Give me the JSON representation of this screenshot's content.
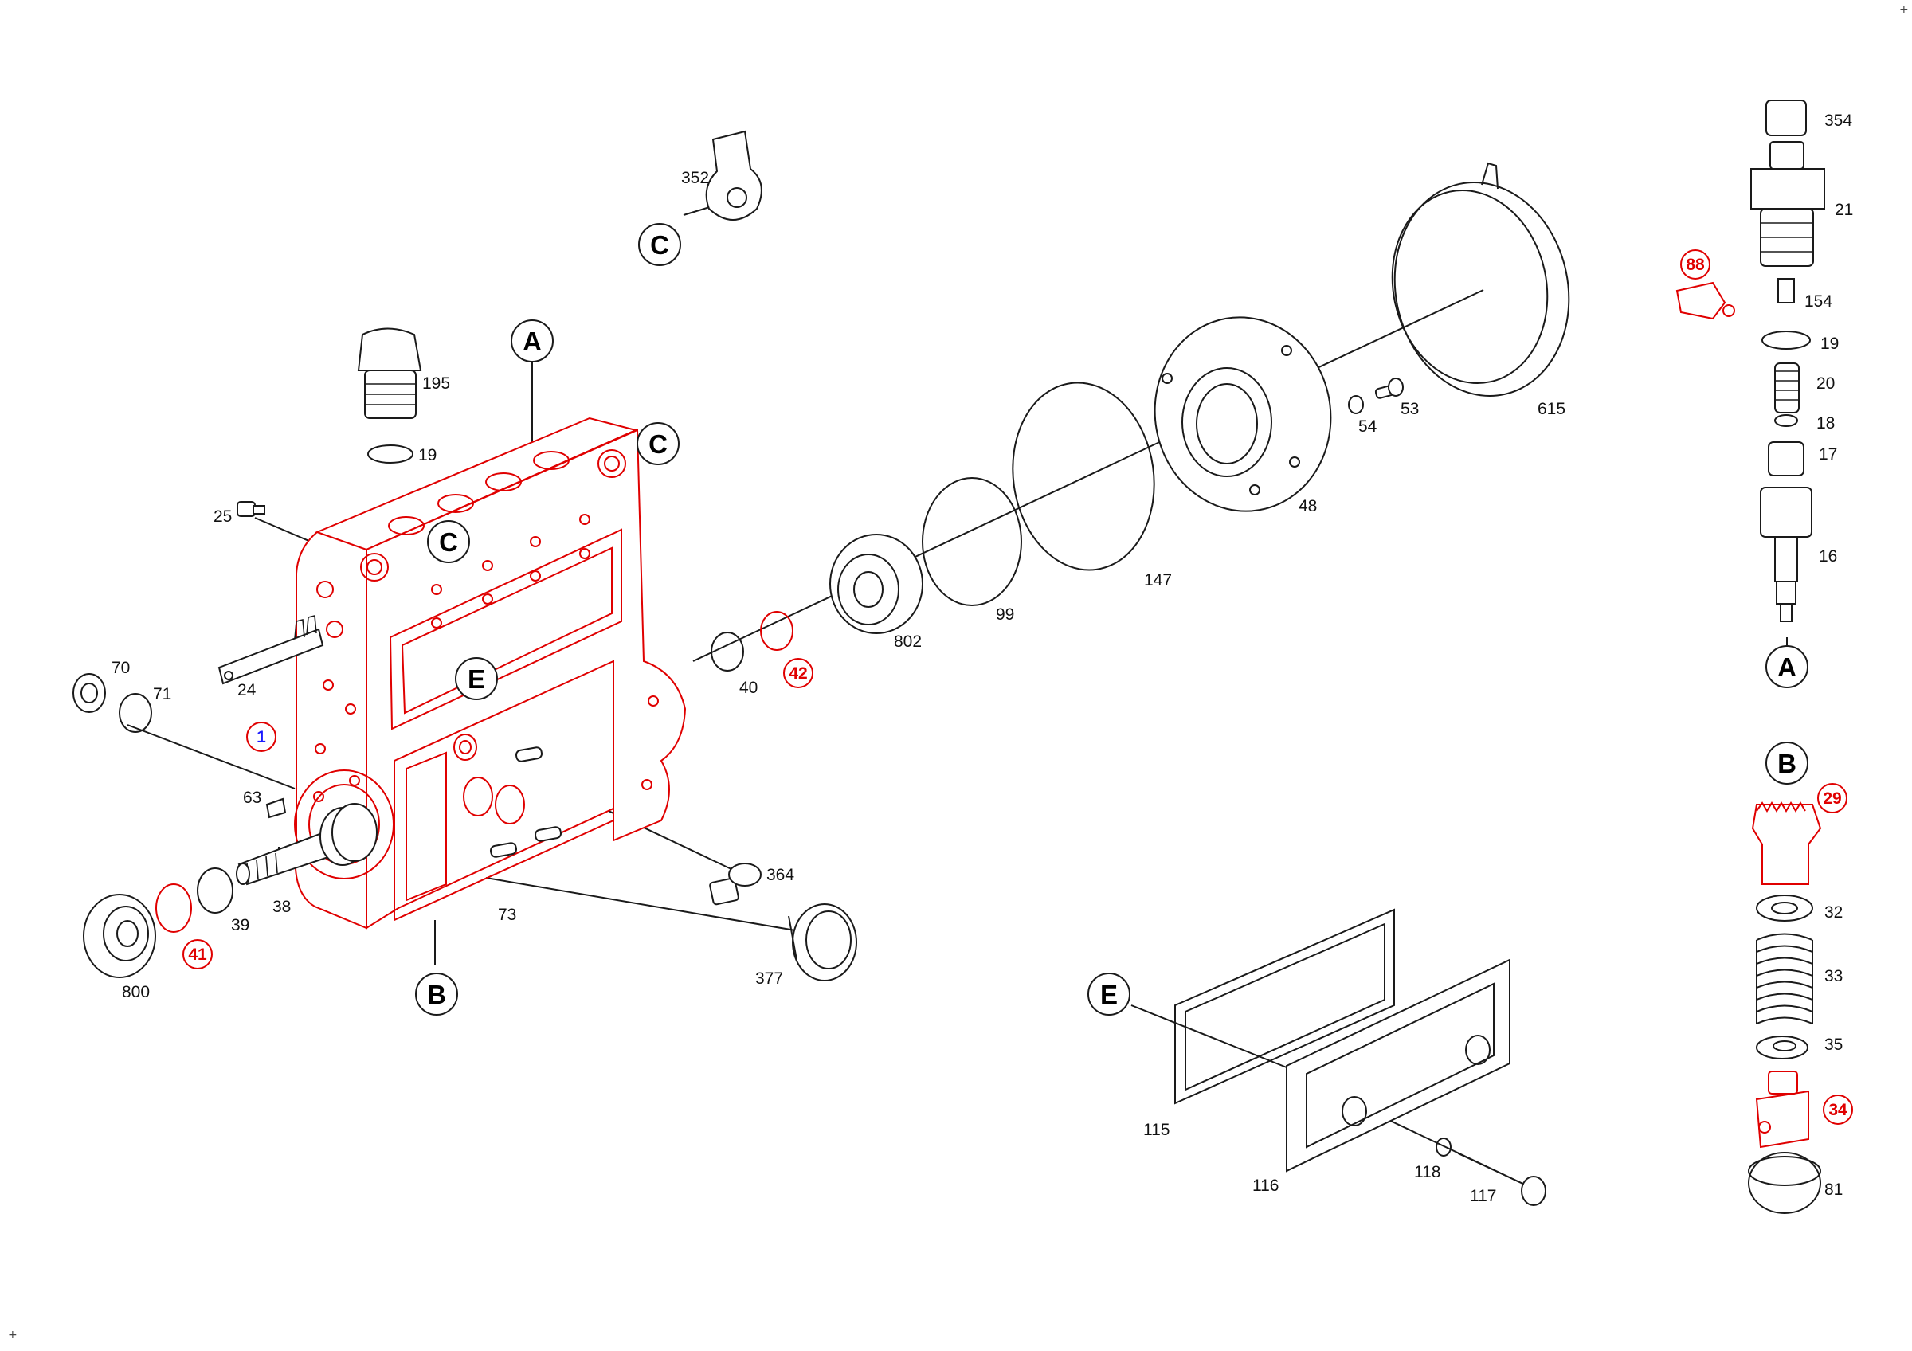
{
  "corner_marks": [
    "+",
    "+"
  ],
  "parts": {
    "p1": "1",
    "p16": "16",
    "p17": "17",
    "p18": "18",
    "p19a": "19",
    "p19b": "19",
    "p20": "20",
    "p21": "21",
    "p24": "24",
    "p25": "25",
    "p29": "29",
    "p32": "32",
    "p33": "33",
    "p34": "34",
    "p35": "35",
    "p38": "38",
    "p39": "39",
    "p40": "40",
    "p41": "41",
    "p42": "42",
    "p48": "48",
    "p53": "53",
    "p54": "54",
    "p63": "63",
    "p70": "70",
    "p71": "71",
    "p73": "73",
    "p81": "81",
    "p88": "88",
    "p99": "99",
    "p115": "115",
    "p116": "116",
    "p117": "117",
    "p118": "118",
    "p147": "147",
    "p154": "154",
    "p195": "195",
    "p352": "352",
    "p354": "354",
    "p364": "364",
    "p377": "377",
    "p615": "615",
    "p800": "800",
    "p802": "802"
  },
  "refs": {
    "A_top": "A",
    "A_side": "A",
    "B_bottom": "B",
    "B_side": "B",
    "C_top": "C",
    "C_right": "C",
    "C_mid": "C",
    "E_housing": "E",
    "E_cover": "E"
  },
  "colors": {
    "highlight": "#e00000",
    "main_item": "#1a1aff",
    "line": "#1a1a1a"
  }
}
